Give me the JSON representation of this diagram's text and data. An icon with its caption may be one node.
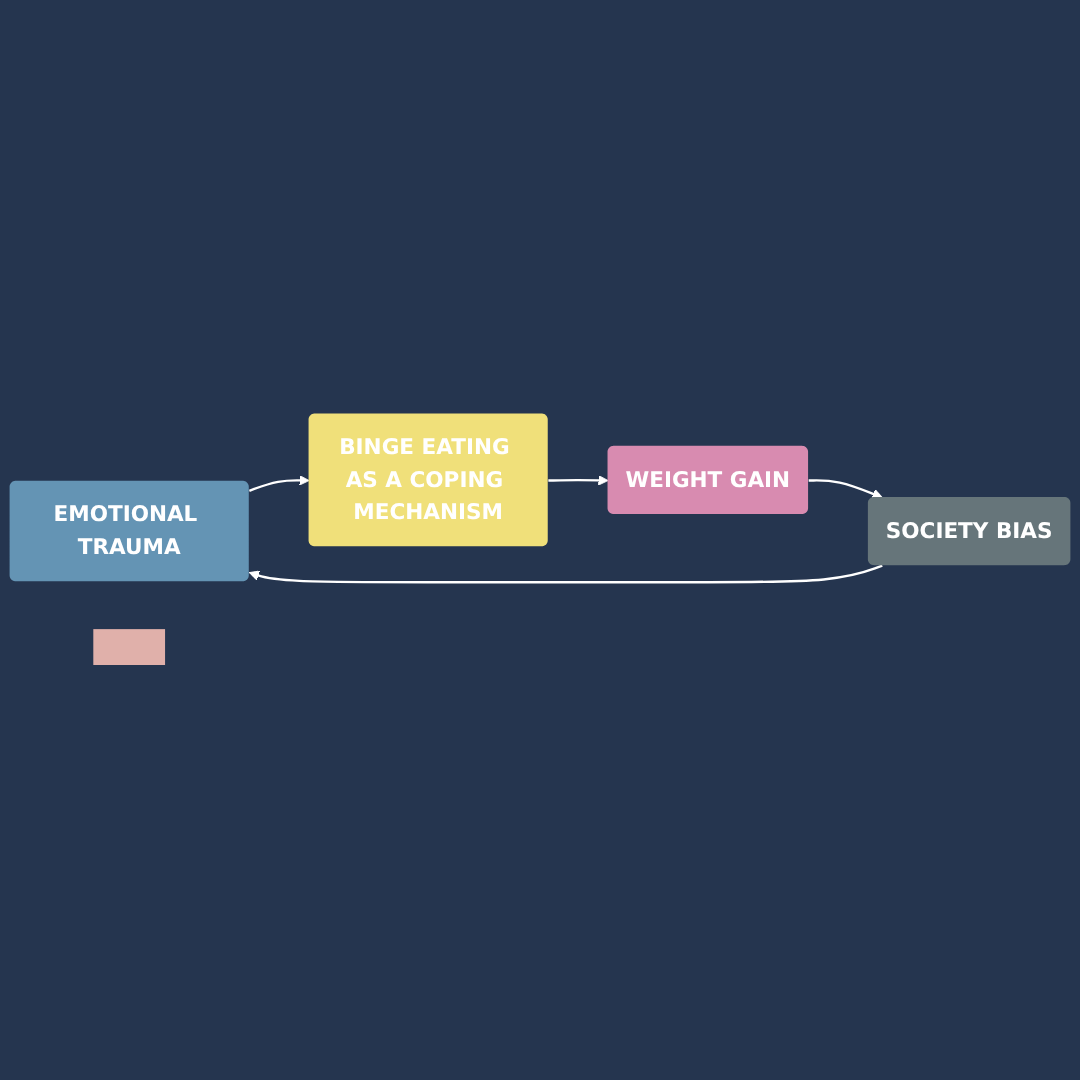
{
  "diagram": {
    "nodes": [
      {
        "text": [
          "EMOTIONAL TRAUMA"
        ]
      },
      {
        "text": [
          "BINGE EATING AS A COPING MECHANISM"
        ]
      },
      {
        "text": [
          "WEIGHT GAIN"
        ]
      },
      {
        "text": [
          "SOCIETY BIAS"
        ]
      },
      {
        "text": [],
        "shape": "box"
      }
    ],
    "edges": [
      {
        "from": 0,
        "to": 1,
        "arrow": "to"
      },
      {
        "from": 1,
        "to": 2,
        "arrow": "to"
      },
      {
        "from": 2,
        "to": 3,
        "arrow": "to"
      },
      {
        "from": 3,
        "to": 0,
        "arrow": "to"
      }
    ]
  }
}
